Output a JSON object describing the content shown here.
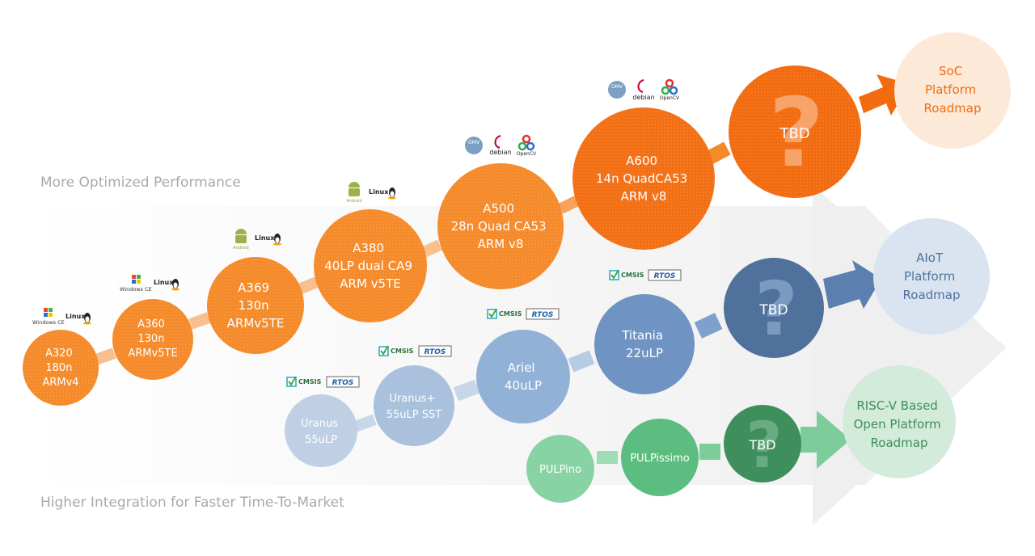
{
  "labels": {
    "top": "More Optimized Performance",
    "bottom": "Higher Integration for Faster Time-To-Market"
  },
  "targets": {
    "soc": [
      "SoC",
      "Platform",
      "Roadmap"
    ],
    "aiot": [
      "AIoT",
      "Platform",
      "Roadmap"
    ],
    "riscv": [
      "RISC-V Based",
      "Open Platform",
      "Roadmap"
    ]
  },
  "soc_nodes": [
    {
      "id": "a320",
      "lines": [
        "A320",
        "180n",
        "ARMv4"
      ],
      "logos": [
        "Windows CE",
        "Linux"
      ]
    },
    {
      "id": "a360",
      "lines": [
        "A360",
        "130n",
        "ARMv5TE"
      ],
      "logos": [
        "Windows CE",
        "Linux"
      ]
    },
    {
      "id": "a369",
      "lines": [
        "A369",
        "130n",
        "ARMv5TE"
      ],
      "logos": [
        "Android",
        "Linux"
      ]
    },
    {
      "id": "a380",
      "lines": [
        "A380",
        "40LP dual CA9",
        "ARM v5TE"
      ],
      "logos": [
        "Android",
        "Linux"
      ]
    },
    {
      "id": "a500",
      "lines": [
        "A500",
        "28n Quad CA53",
        "ARM v8"
      ],
      "logos": [
        "OMV",
        "debian",
        "OpenCV"
      ]
    },
    {
      "id": "a600",
      "lines": [
        "A600",
        "14n QuadCA53",
        "ARM v8"
      ],
      "logos": [
        "OMV",
        "debian",
        "OpenCV"
      ]
    },
    {
      "id": "soc-tbd",
      "lines": [
        "TBD"
      ],
      "logos": []
    }
  ],
  "aiot_nodes": [
    {
      "id": "uranus",
      "lines": [
        "Uranus",
        "55uLP"
      ],
      "logos": [
        "CMSIS",
        "RTOS"
      ]
    },
    {
      "id": "uranus-plus",
      "lines": [
        "Uranus+",
        "55uLP SST"
      ],
      "logos": [
        "CMSIS",
        "RTOS"
      ]
    },
    {
      "id": "ariel",
      "lines": [
        "Ariel",
        "40uLP"
      ],
      "logos": [
        "CMSIS",
        "RTOS"
      ]
    },
    {
      "id": "titania",
      "lines": [
        "Titania",
        "22uLP"
      ],
      "logos": [
        "CMSIS",
        "RTOS"
      ]
    },
    {
      "id": "aiot-tbd",
      "lines": [
        "TBD"
      ],
      "logos": []
    }
  ],
  "riscv_nodes": [
    {
      "id": "pulpino",
      "lines": [
        "PULPino"
      ]
    },
    {
      "id": "pulpissimo",
      "lines": [
        "PULPissimo"
      ]
    },
    {
      "id": "riscv-tbd",
      "lines": [
        "TBD"
      ]
    }
  ],
  "glyphs": {
    "question": "?"
  },
  "colors": {
    "orange": "#f58a2a",
    "orange_dark": "#f26b0f",
    "blue_light": "#a9c1dc",
    "blue": "#6f93c2",
    "blue_dark": "#4f719c",
    "green": "#5cbd80",
    "green_dark": "#3e8f5c",
    "soc_target_bg": "#fde9d8",
    "aiot_target_bg": "#d9e4f0",
    "riscv_target_bg": "#d3ebdb"
  }
}
